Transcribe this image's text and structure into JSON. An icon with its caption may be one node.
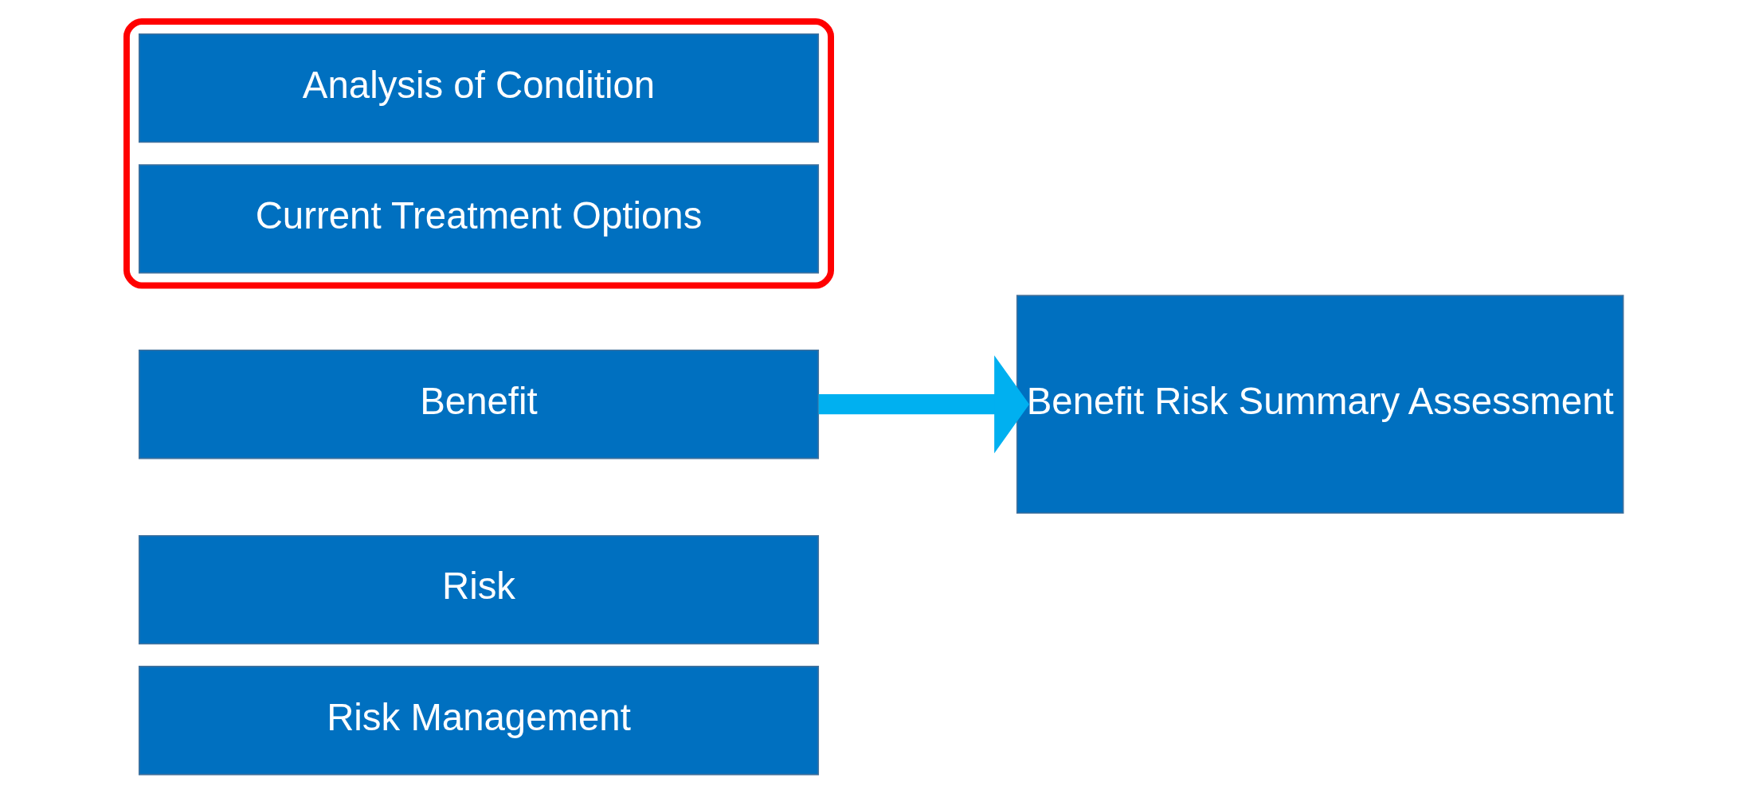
{
  "diagram": {
    "nodes": [
      {
        "text": [],
        "shape": "box"
      },
      {
        "text": [
          "Analysis of Condition"
        ],
        "in": 0
      },
      {
        "text": [
          "Current Treatment Options"
        ],
        "in": 0
      },
      {
        "text": [
          "Benefit"
        ]
      },
      {
        "text": [
          "Risk"
        ]
      },
      {
        "text": [
          "Risk Management"
        ]
      },
      {
        "text": [
          "Benefit Risk Summary Assessment"
        ]
      }
    ],
    "edges": [
      {
        "from": 3,
        "to": 6,
        "arrow": "to"
      }
    ]
  }
}
